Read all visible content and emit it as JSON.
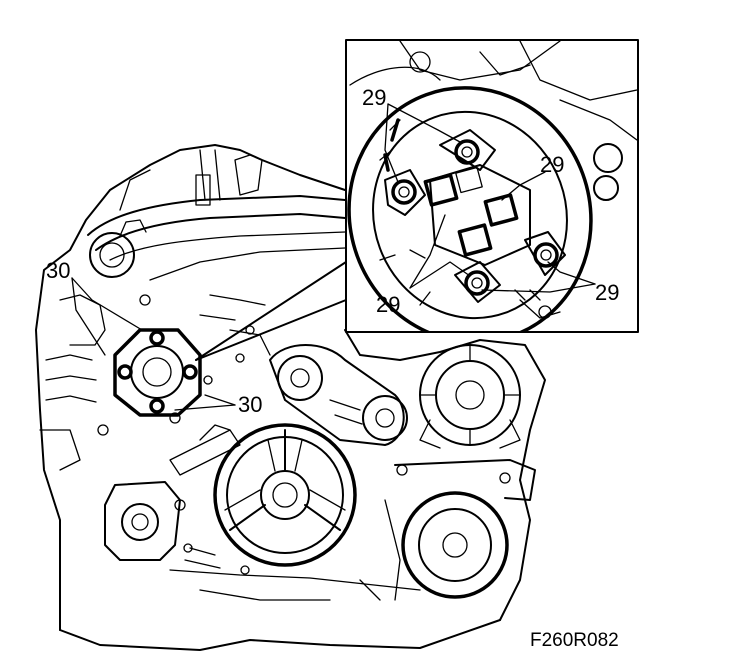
{
  "figure": {
    "code": "F260R082"
  },
  "callouts": {
    "main_left": "30",
    "main_bottom": "30",
    "inset_top_left": "29",
    "inset_top_right": "29",
    "inset_bottom_left": "29",
    "inset_bottom_right": "29"
  },
  "colors": {
    "line": "#000000",
    "background": "#ffffff"
  }
}
